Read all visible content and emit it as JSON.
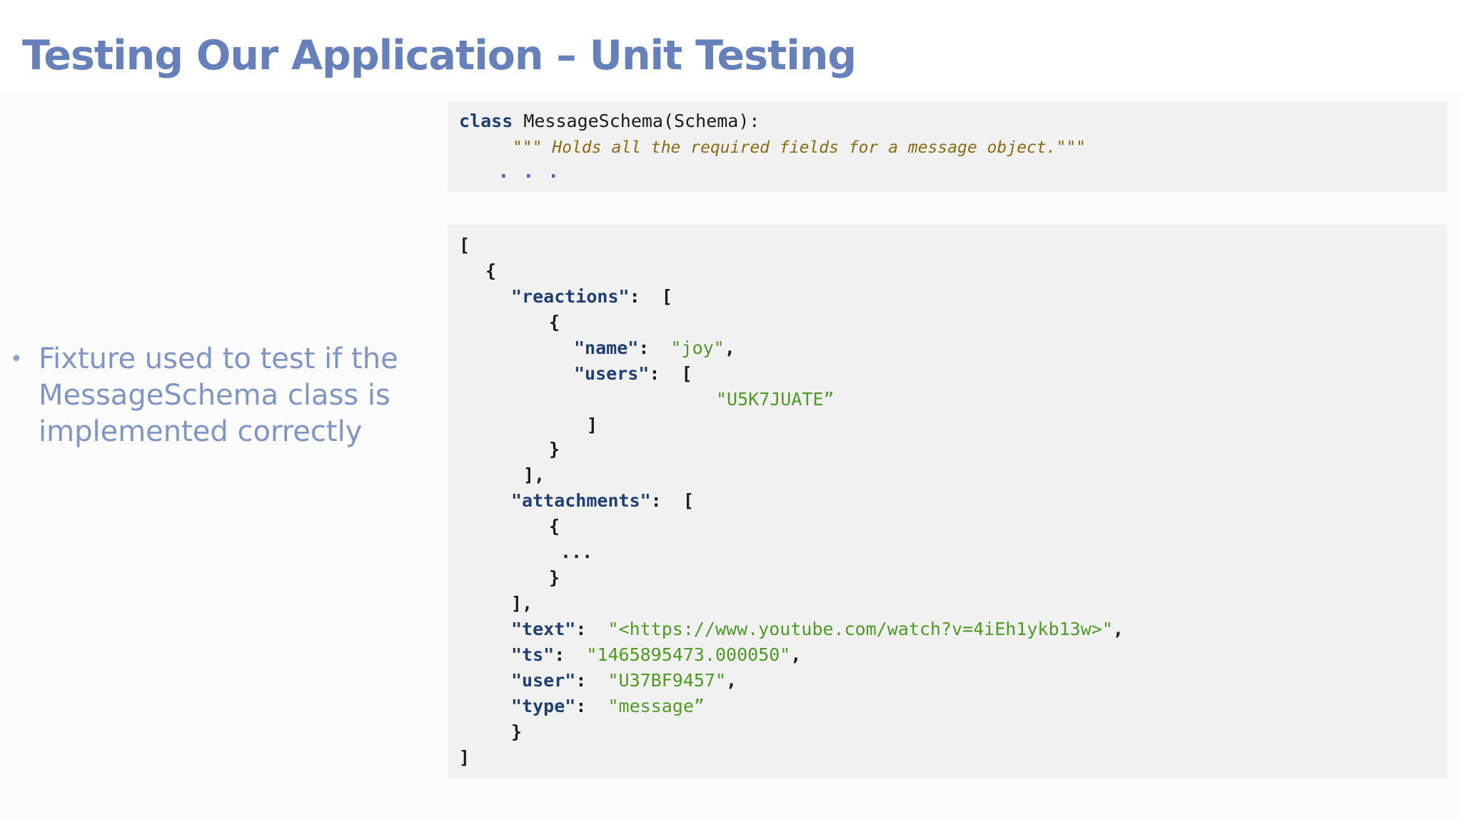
{
  "slide": {
    "title": "Testing Our Application – Unit Testing",
    "bullet": {
      "dot": "•",
      "text": "Fixture used to test if the MessageSchema class is implemented correctly"
    }
  },
  "code_class": {
    "keyword": "class",
    "declaration": " MessageSchema(Schema):",
    "docstring": "\"\"\" Holds all the required fields for a message object.\"\"\"",
    "ellipsis": "..."
  },
  "code_json": {
    "open_bracket": "[",
    "open_brace": "{",
    "reactions_key": "\"reactions\"",
    "colon_bracket": ":  [",
    "inner_open_brace": "{",
    "name_key": "\"name\"",
    "name_colon": ":  ",
    "name_value": "\"joy\"",
    "name_comma": ",",
    "users_key": "\"users\"",
    "users_colon": ":  [",
    "user_id_value": "\"U5K7JUATE”",
    "users_close": "]",
    "inner_close_brace": "}",
    "reactions_close": "],",
    "attachments_key": "\"attachments\"",
    "attachments_colon": ":  [",
    "attach_open_brace": "{",
    "attach_ellipsis": "...",
    "attach_close_brace": "}",
    "attachments_close": "],",
    "text_key": "\"text\"",
    "text_colon": ":  ",
    "text_value": "\"<https://www.youtube.com/watch?v=4iEh1ykb13w>\"",
    "text_comma": ",",
    "ts_key": "\"ts\"",
    "ts_colon": ":  ",
    "ts_value": "\"1465895473.000050\"",
    "ts_comma": ",",
    "user_key": "\"user\"",
    "user_colon": ":  ",
    "user_value": "\"U37BF9457\"",
    "user_comma": ",",
    "type_key": "\"type\"",
    "type_colon": ":  ",
    "type_value": "\"message”",
    "close_brace": "}",
    "close_bracket": "]"
  }
}
